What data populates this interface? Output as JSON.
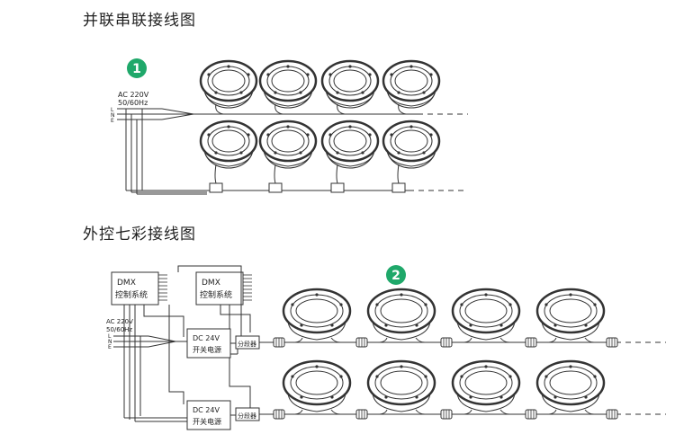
{
  "section1": {
    "title": "并联串联接线图",
    "badge": "1",
    "ac_label": "AC  220V",
    "freq_label": "50/60Hz",
    "wire_labels": [
      "L",
      "N",
      "E"
    ]
  },
  "section2": {
    "title": "外控七彩接线图",
    "badge": "2",
    "dmx_label": "DMX",
    "controller_label": "控制系统",
    "ac_label": "AC  220V",
    "freq_label": "50/60Hz",
    "wire_labels": [
      "L",
      "N",
      "E"
    ],
    "psu_voltage": "DC  24V",
    "psu_label": "开关电源",
    "splitter_label": "分段器"
  },
  "colors": {
    "badge": "#1fa86a",
    "line": "#333333",
    "lamp_fill": "#ffffff"
  }
}
